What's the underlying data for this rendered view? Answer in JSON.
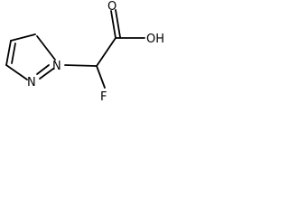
{
  "molecule": {
    "atoms": {
      "carbonyl_oxygen": "O",
      "hydroxyl": "OH",
      "fluorine": "F",
      "pyrazole_n1": "N",
      "pyrazole_n2": "N"
    }
  }
}
